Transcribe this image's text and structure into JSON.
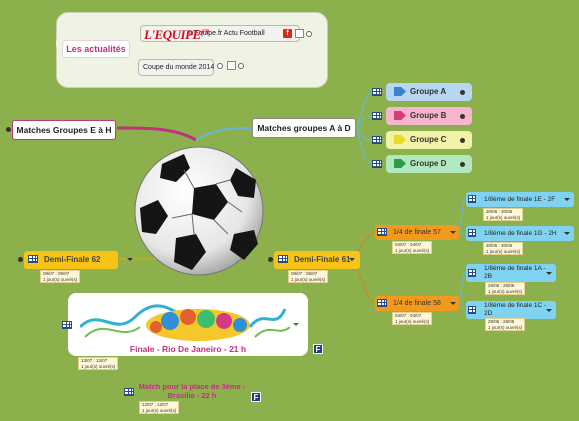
{
  "news": {
    "label": "Les actualités",
    "logo_text": "L'EQUIPE",
    "logo_sup": ".FR",
    "feed1": "L'Equipe.fr Actu Football",
    "feed2": "Coupe du monde 2014"
  },
  "left_topic": "Matches Groupes E à H",
  "center_topic": "Matches groupes A à D",
  "groups": [
    {
      "label": "Groupe A",
      "color": "#6aa9e6"
    },
    {
      "label": "Groupe B",
      "color": "#ee7fa6"
    },
    {
      "label": "Groupe C",
      "color": "#ecec5a"
    },
    {
      "label": "Groupe D",
      "color": "#5bcf75"
    }
  ],
  "semi62": {
    "label": "Demi-Finale 62",
    "dates": "09/07 : 09/07",
    "duration": "1 jour(s) ouvré(s)"
  },
  "semi61": {
    "label": "Demi-Finale 61",
    "dates": "08/07 : 08/07",
    "duration": "1 jour(s) ouvré(s)"
  },
  "quarter57": {
    "label": "1/4 de finale  57",
    "dates": "04/07 : 04/07",
    "duration": "1 jour(s) ouvré(s)"
  },
  "quarter58": {
    "label": "1/4 de finale 58",
    "dates": "04/07 : 04/07",
    "duration": "1 jour(s) ouvré(s)"
  },
  "r16": [
    {
      "label": "1/8ème de finale 1E - 2F",
      "dates": "30/06 : 30/06",
      "duration": "1 jour(s) ouvré(s)"
    },
    {
      "label": "1/8ème de finale 1G - 2H",
      "dates": "30/06 : 30/06",
      "duration": "1 jour(s) ouvré(s)"
    },
    {
      "label": "1/8ème de finale 1A - 2B",
      "dates": "28/06 : 28/06",
      "duration": "1 jour(s) ouvré(s)"
    },
    {
      "label": "1/8ème de finale 1C - 2D",
      "dates": "28/06 : 28/06",
      "duration": "1 jour(s) ouvré(s)"
    }
  ],
  "final": {
    "title": "Finale - Rio De Janeiro - 21 h",
    "dates": "13/07 : 13/07",
    "duration": "1 jour(s) ouvré(s)",
    "badge": "F"
  },
  "third_place": {
    "title": "Match pour la place de 3ème - Brasilia - 22 h",
    "dates": "12/07 : 12/07",
    "duration": "1 jour(s) ouvré(s)",
    "badge": "F"
  },
  "colors": {
    "background": "#8cb04c",
    "pink": "#c2307e",
    "yellow": "#f6c316",
    "orange": "#f29a1d",
    "cyan": "#7fd3f0"
  }
}
